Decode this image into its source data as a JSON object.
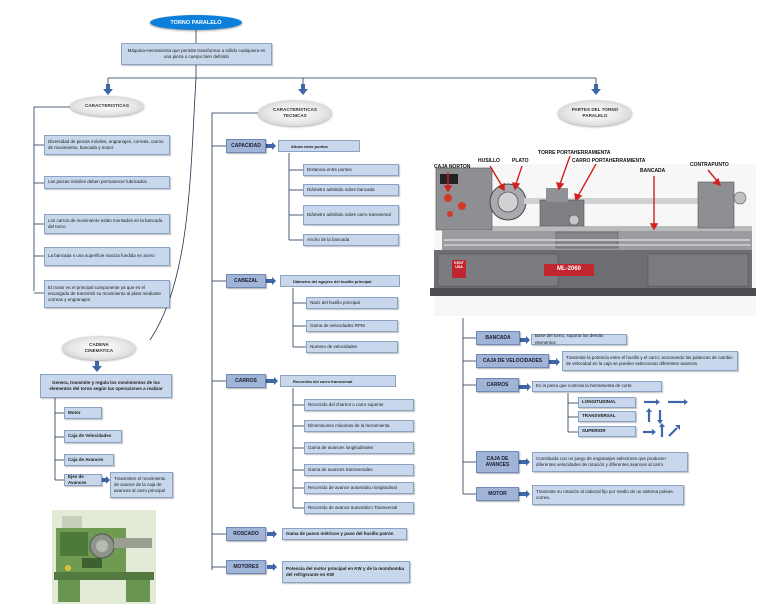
{
  "title": "TORNO PARALELO",
  "definition": "Máquina-Herramienta que permite transformar a sólido cualquiera en una pieza o cuerpo bien definido",
  "caracteristicas": {
    "title": "CARACTERISTICAS",
    "items": [
      "Diversidad de piezas móviles, engranajes, correas, carros de movimiento, bancada y motor.",
      "Las piezas móviles deben permanecer lubricados",
      "Los carros de movimiento están montados en la bancada del torno",
      "La bancada s una superficie maciza fundida en acero",
      "El motor es el principal componente ya que es el encargado de transmitir su movimiento al plato mediante correas y engranajes"
    ]
  },
  "cadena": {
    "title": "CADENA CINEMATICA",
    "description": "Genera, transmite y regula los movimientos de los elementos del torno según las operaciones a realizar",
    "items": [
      "Motor",
      "Caja de Velocidades",
      "Caja de Avances",
      "Ejes de Avances"
    ],
    "ejes_note": "Transmiten el movimiento de avance de la caja de avances al carro principal"
  },
  "tecnicas": {
    "title": "CARACTERISTICAS TECNICAS",
    "groups": [
      {
        "label": "CAPACIDAD",
        "header": "Altura entre puntos",
        "items": [
          "Distancia entre puntos",
          "Diámetro admitido sobre bancada",
          "Diámetro admitido sobre carro transversal",
          "Ancho de la bancada"
        ]
      },
      {
        "label": "CABEZAL",
        "header": "Diámetro del agujero del husillo principal",
        "items": [
          "Nariz del husillo principal",
          "Gama de velocidades RPM",
          "Numero de velocidades"
        ]
      },
      {
        "label": "CARROS",
        "header": "Recorrido del carro transversal",
        "items": [
          "Recorrido del charriot o carro superior",
          "Dimensiones máximas de la herramienta",
          "Gama de avances longitudinales",
          "Gama de avances transversales",
          "Recorrido de avance automático longitudinal",
          "Recorrido de avance automático Transversal"
        ]
      },
      {
        "label": "ROSCADO",
        "header": "Gama de pasos métricos y paso del husillo patrón",
        "items": []
      },
      {
        "label": "MOTORES",
        "header": "Potencia del motor principal en KW y de la motobomba del refrigerante en KW",
        "items": []
      }
    ]
  },
  "partes": {
    "title": "PARTES DEL TORNO PARALELO",
    "image_labels": [
      "CAJA NORTON",
      "HUSILLO",
      "PLATO",
      "TORRE PORTAHERRAMIENTA",
      "CARRO PORTAHERRAMIENTA",
      "CONTRAPUNTO",
      "BANCADA"
    ],
    "machine_brand": "KENT USA",
    "machine_model": "ML-2060",
    "rows": [
      {
        "label": "BANCADA",
        "desc": "Base del torno, soporta los demás elementos"
      },
      {
        "label": "CAJA DE VELOCIDADES",
        "desc": "Transmite la potencia entre el husillo y el carro; accionando las palancas de cambio de velocidad en la caja se pueden seleccionar diferentes avances"
      },
      {
        "label": "CARROS",
        "desc": "Es la pieza que controla la herramienta de corte."
      },
      {
        "label": "CAJA DE AVANCES",
        "desc": "Constituida con un juego de engranajes selectores que producen diferentes velocidades de rotación y diferentes avances al carro"
      },
      {
        "label": "MOTOR",
        "desc": "Transmite su rotación al cabezal fijo por medio de un sistema poleas-correa."
      }
    ],
    "carros_sub": [
      "LONGITUDINAL",
      "TRANSVERSAL",
      "SUPERIOR"
    ]
  },
  "colors": {
    "title_oval": "#0b7fd9",
    "box": "#c8d7ec",
    "label": "#9fb4d7",
    "line": "#1f3553",
    "arrow": "#3f67a8"
  }
}
